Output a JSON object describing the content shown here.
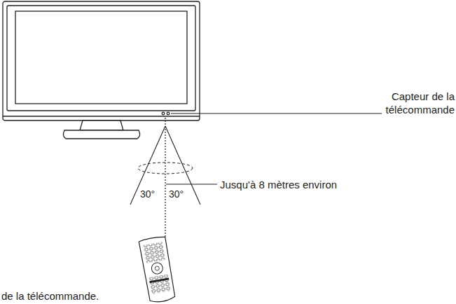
{
  "diagram": {
    "labels": [
      "Capteur de la télécommande",
      "Jusqu'à 8 mètres environ",
      "30°",
      "30°",
      "de la télécommande."
    ]
  }
}
